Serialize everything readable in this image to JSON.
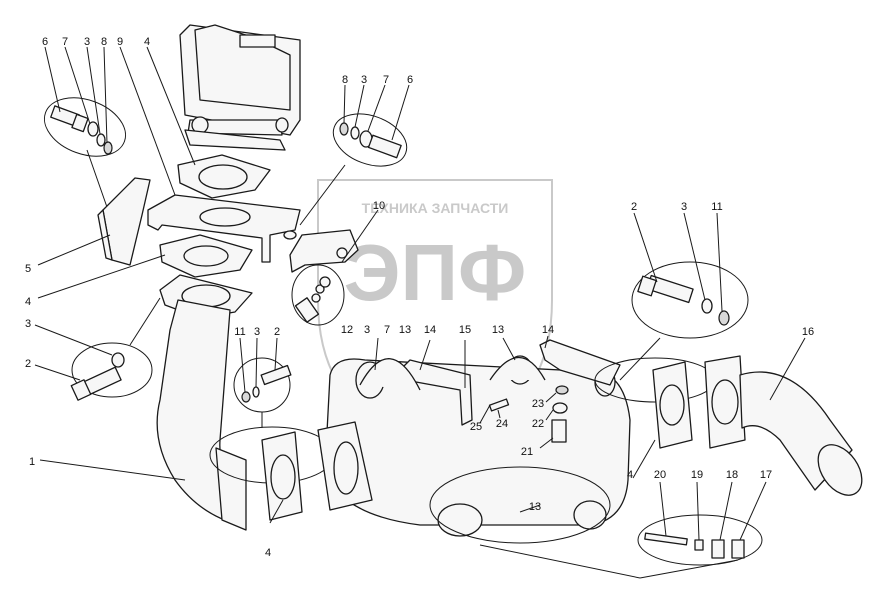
{
  "watermark": {
    "top_text": "ТЕХНИКА   ЗАПЧАСТИ",
    "big_text": "ЭПФ"
  },
  "callouts": {
    "c6a": "6",
    "c7a": "7",
    "c3a": "3",
    "c8a": "8",
    "c9": "9",
    "c4a": "4",
    "c8b": "8",
    "c3b": "3",
    "c7b": "7",
    "c6b": "6",
    "c10": "10",
    "c5": "5",
    "c4b": "4",
    "c3c": "3",
    "c2a": "2",
    "c11a": "11",
    "c3d": "3",
    "c2b": "2",
    "c12": "12",
    "c3e": "3",
    "c7c": "7",
    "c13a": "13",
    "c14a": "14",
    "c15": "15",
    "c13b": "13",
    "c14b": "14",
    "c2c": "2",
    "c3f": "3",
    "c11b": "11",
    "c16": "16",
    "c23": "23",
    "c22": "22",
    "c21": "21",
    "c25": "25",
    "c24": "24",
    "c1": "1",
    "c4c": "4",
    "c13c": "13",
    "c4d": "4",
    "c20": "20",
    "c19": "19",
    "c18": "18",
    "c17": "17"
  }
}
